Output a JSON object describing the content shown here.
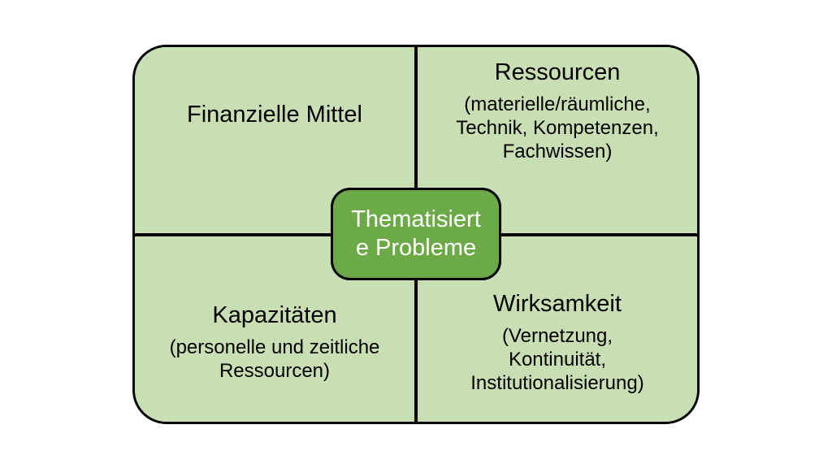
{
  "diagram": {
    "colors": {
      "page_background": "#ffffff",
      "quadrant_fill": "#c8dfb4",
      "center_fill": "#6caa47",
      "border": "#000000",
      "quadrant_text": "#000000",
      "center_text": "#ffffff"
    },
    "quadrants": [
      {
        "id": "top-left",
        "title": "Finanzielle Mittel",
        "subtitle_lines": []
      },
      {
        "id": "top-right",
        "title": "Ressourcen",
        "subtitle_lines": [
          "(materielle/räumliche,",
          "Technik, Kompetenzen,",
          "Fachwissen)"
        ]
      },
      {
        "id": "bottom-left",
        "title": "Kapazitäten",
        "subtitle_lines": [
          "(personelle und zeitliche",
          "Ressourcen)"
        ]
      },
      {
        "id": "bottom-right",
        "title": "Wirksamkeit",
        "subtitle_lines": [
          "(Vernetzung,",
          "Kontinuität,",
          "Institutionalisierung)"
        ]
      }
    ],
    "center_label": {
      "lines": [
        "Thematisiert",
        "e Probleme"
      ]
    }
  }
}
